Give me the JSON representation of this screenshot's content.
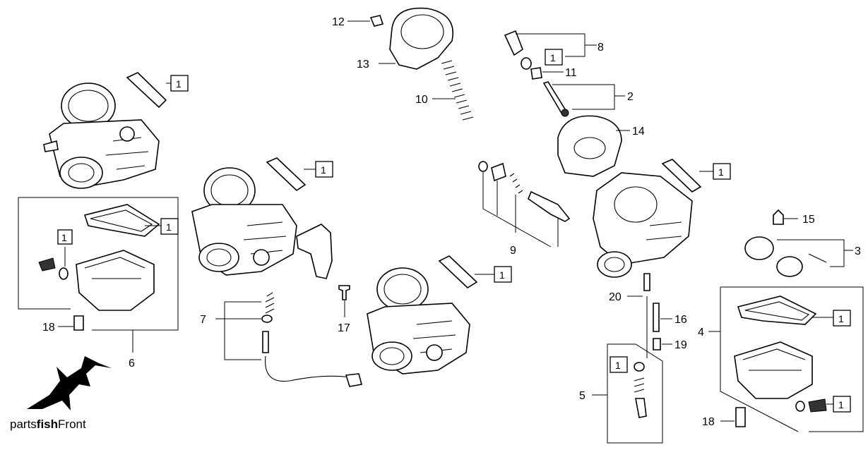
{
  "callouts": {
    "n1": "1",
    "n2": "2",
    "n3": "3",
    "n4": "4",
    "n5": "5",
    "n6": "6",
    "n7": "7",
    "n8": "8",
    "n9": "9",
    "n10": "10",
    "n11": "11",
    "n12": "12",
    "n13": "13",
    "n14": "14",
    "n15": "15",
    "n16": "16",
    "n17": "17",
    "n18": "18",
    "n19": "19",
    "n20": "20"
  },
  "logo": {
    "prefix": "parts",
    "bold": "fish",
    "suffix": "Front"
  },
  "icons": {
    "logo_mark": "swordfish-icon"
  }
}
